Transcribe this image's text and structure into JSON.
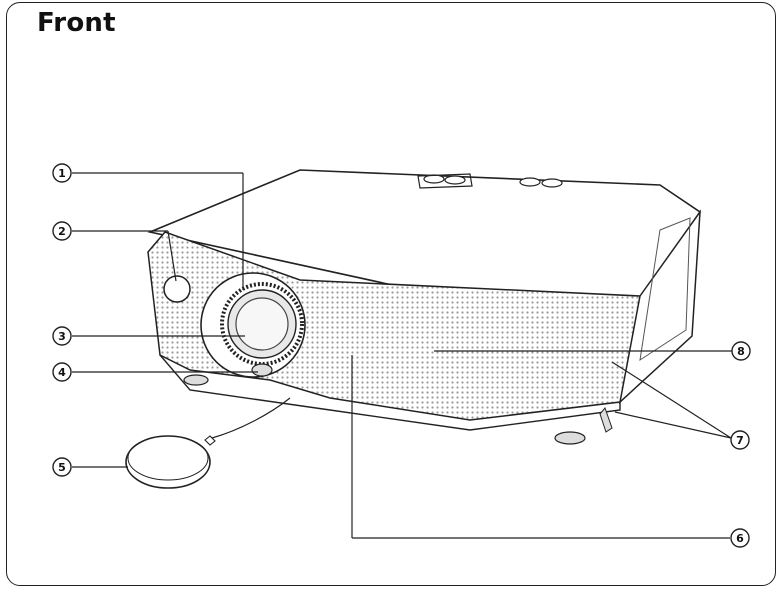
{
  "title": "Front",
  "callouts": [
    {
      "number": "1"
    },
    {
      "number": "2"
    },
    {
      "number": "3"
    },
    {
      "number": "4"
    },
    {
      "number": "5"
    },
    {
      "number": "6"
    },
    {
      "number": "7"
    },
    {
      "number": "8"
    }
  ],
  "colors": {
    "line": "#222222",
    "body": "#ffffff",
    "grille_shade": "#bdbdbd"
  }
}
